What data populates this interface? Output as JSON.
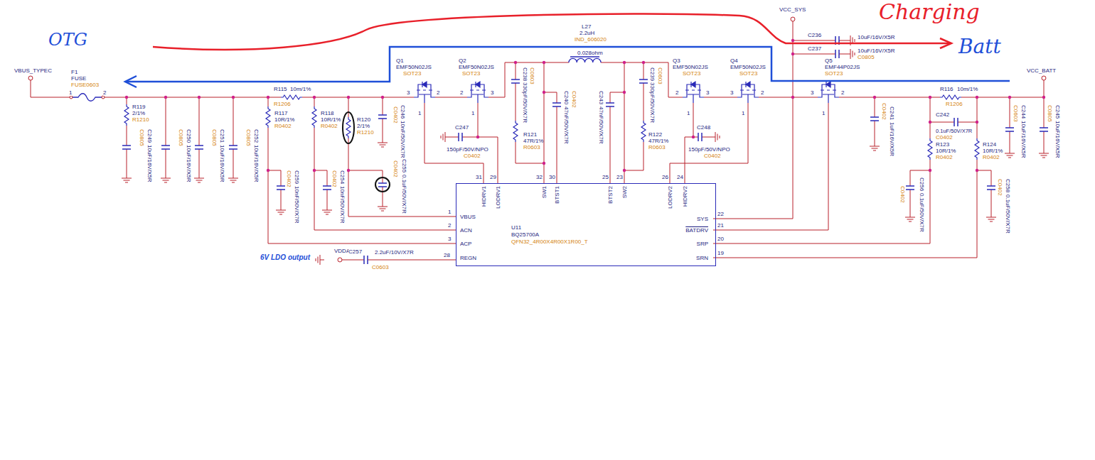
{
  "diagram": {
    "nodes": [
      {
        "text": [
          "U11",
          "BQ25700A",
          "QFN32_4R00X4R00X1R00_T",
          "VBUS",
          "ACN",
          "ACP",
          "REGN",
          "HIDRV1",
          "LODRV1",
          "SW1",
          "BTST1",
          "BTST2",
          "SW2",
          "LODRV2",
          "HIDRV2",
          "SYS",
          "BATDRV",
          "SRP",
          "SRN"
        ]
      }
    ],
    "labels": [
      "OTG",
      "Charging",
      "Batt",
      "6V LDO output",
      "L27",
      "2.2uH",
      "IND_606020",
      "0.028ohm",
      "VCC_SYS",
      "C236",
      "10uF/16V/X5R",
      "C237",
      "10uF/16V/X5R",
      "C0805",
      "VBUS_TYPEC",
      "F1",
      "FUSE",
      "FUSE0603",
      "1",
      "2",
      "R119",
      "2/1%",
      "R1210",
      "C0805",
      "C249",
      "10uF/16V/X5R",
      "C0805",
      "C250",
      "10uF/16V/X5R",
      "C0805",
      "C251",
      "10uF/16V/X5R",
      "C0805",
      "C252",
      "10uF/16V/X5R",
      "R115",
      "10m/1%",
      "R1206",
      "R117",
      "10R/1%",
      "R0402",
      "R118",
      "10R/1%",
      "R0402",
      "R120",
      "2/1%",
      "R1210",
      "C0402",
      "C259",
      "10nF/50V/X7R",
      "C0402",
      "C254",
      "10nF/50V/X7R",
      "C0402",
      "C246",
      "10nF/50V/X7R",
      "C0402",
      "C255",
      "0.1uF/50V/X7R",
      "Q1",
      "EMF50N02JS",
      "SOT23",
      "Q2",
      "EMF50N02JS",
      "SOT23",
      "C0603",
      "C238",
      "330pF/50V/X7R",
      "R121",
      "47R/1%",
      "R0603",
      "C0402",
      "C240",
      "47nF/50V/X7R",
      "C243",
      "47nF/50V/X7R",
      "C0603",
      "C239",
      "330pF/50V/X7R",
      "R122",
      "47R/1%",
      "R0603",
      "Q3",
      "EMF50N02JS",
      "SOT23",
      "Q4",
      "EMF50N02JS",
      "SOT23",
      "Q5",
      "EMF44P02JS",
      "SOT23",
      "VCC_BATT",
      "R116",
      "10m/1%",
      "R1206",
      "C0402",
      "C241",
      "1uF/16V/X5R",
      "C242",
      "0.1uF/50V/X7R",
      "C0402",
      "R123",
      "10R/1%",
      "R0402",
      "R124",
      "10R/1%",
      "R0402",
      "C0603",
      "C244",
      "10uF/16V/X5R",
      "C0805",
      "C245",
      "10uF/16V/X5R",
      "C0402",
      "C256",
      "0.1uF/50V/X7R",
      "C0402",
      "C258",
      "0.1uF/50V/X7R",
      "31",
      "29",
      "32",
      "30",
      "25",
      "23",
      "26",
      "24",
      "1",
      "2",
      "3",
      "28",
      "22",
      "21",
      "20",
      "19",
      "3",
      "2",
      "2",
      "3",
      "2",
      "3",
      "3",
      "2",
      "3",
      "2",
      "1",
      "1",
      "1",
      "1",
      "1",
      "C247",
      "150pF/50V/NPO",
      "C0402",
      "C248",
      "150pF/50V/NPO",
      "C0402",
      "VDDA",
      "C257",
      "2.2uF/10V/X7R",
      "C0603"
    ]
  }
}
